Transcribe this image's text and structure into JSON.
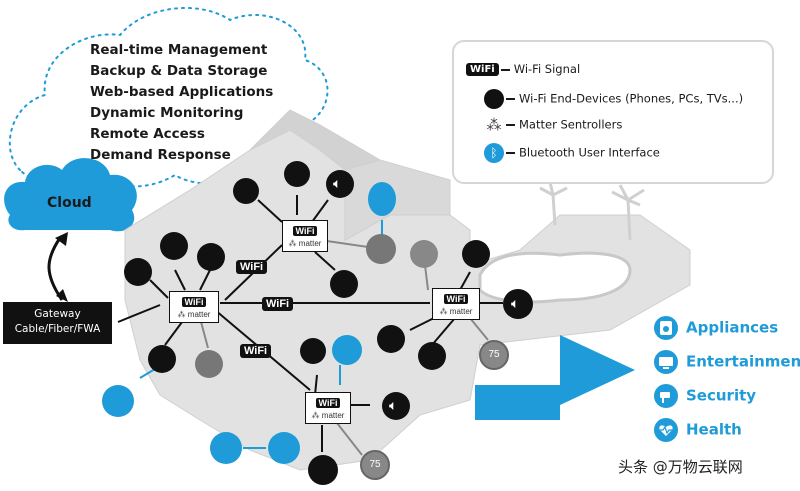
{
  "cloud": {
    "label": "Cloud",
    "services": [
      "Real-time Management",
      "Backup & Data Storage",
      "Web-based Applications",
      "Dynamic Monitoring",
      "Remote Access",
      "Demand Response"
    ]
  },
  "gateway": {
    "line1": "Gateway",
    "line2": "Cable/Fiber/FWA"
  },
  "legend": {
    "wifi_badge": "WiFi",
    "items": [
      "Wi-Fi Signal",
      "Wi-Fi End-Devices (Phones, PCs, TVs...)",
      "Matter Sentrollers",
      "Bluetooth User Interface"
    ]
  },
  "nodes": {
    "wifi_badge": "WiFi",
    "matter_text": "matter"
  },
  "badges": {
    "speed": "75"
  },
  "benefits": [
    "Appliances",
    "Entertainment",
    "Security",
    "Health"
  ],
  "watermark": "头条 @万物云联网",
  "colors": {
    "accent_blue": "#1e9bd8",
    "device_black": "#111111",
    "house_gray": "#e4e4e4"
  }
}
